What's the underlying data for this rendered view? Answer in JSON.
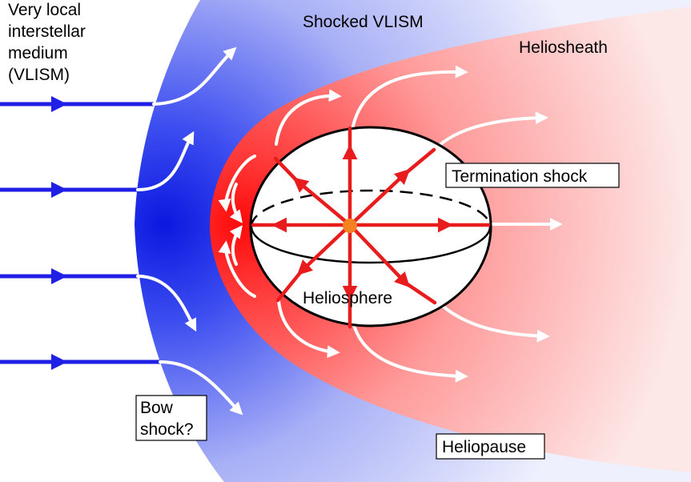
{
  "labels": {
    "vlism_line1": "Very local",
    "vlism_line2": "interstellar",
    "vlism_line3": "medium",
    "vlism_line4": "(VLISM)",
    "shocked_vlism": "Shocked VLISM",
    "heliosheath": "Heliosheath",
    "termination_shock": "Termination shock",
    "heliosphere": "Heliosphere",
    "bow_shock_line1": "Bow",
    "bow_shock_line2": "shock?",
    "heliopause": "Heliopause"
  },
  "colors": {
    "vlism_blue": "#1f1fe6",
    "shocked_blue_dark": "#1a2ee8",
    "shocked_blue_light": "#dde0fb",
    "heliosheath_red": "#ff1414",
    "heliosheath_pale": "#fde4e4",
    "solar_wind_red": "#e81c1c",
    "sun_orange": "#f58220",
    "flow_white": "#ffffff"
  }
}
